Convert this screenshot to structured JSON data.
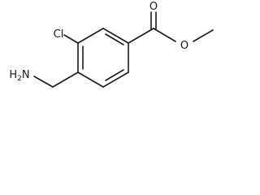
{
  "molecule": {
    "atoms": {
      "carbonyl_oxygen": "O",
      "ester_oxygen": "O",
      "chlorine": "Cl",
      "amine": "H2N"
    }
  }
}
